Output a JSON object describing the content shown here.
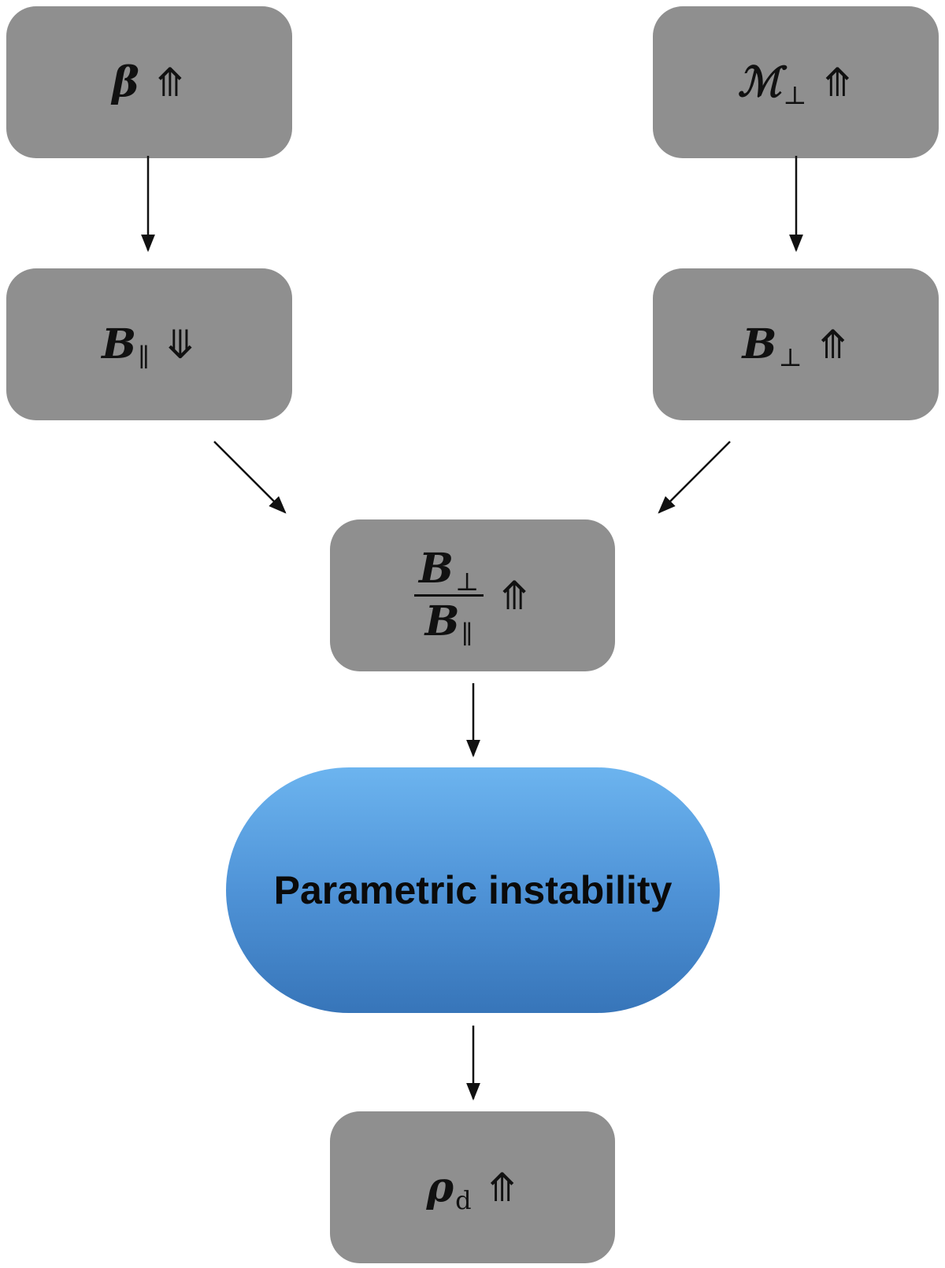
{
  "diagram": {
    "nodes": {
      "beta": {
        "symbol": "β",
        "subscript": "",
        "trend": "⤊"
      },
      "mach_perp": {
        "symbol": "ℳ",
        "subscript": "⊥",
        "trend": "⤊"
      },
      "b_parallel": {
        "symbol": "B",
        "subscript": "∥",
        "trend": "⤋"
      },
      "b_perp": {
        "symbol": "B",
        "subscript": "⊥",
        "trend": "⤊"
      },
      "ratio": {
        "numerator": {
          "symbol": "B",
          "subscript": "⊥"
        },
        "denominator": {
          "symbol": "B",
          "subscript": "∥"
        },
        "trend": "⤊"
      },
      "instability": {
        "label": "Parametric instability"
      },
      "rho_d": {
        "symbol": "ρ",
        "subscript": "d",
        "trend": "⤊"
      }
    },
    "edges": [
      {
        "from": "beta",
        "to": "b_parallel"
      },
      {
        "from": "mach_perp",
        "to": "b_perp"
      },
      {
        "from": "b_parallel",
        "to": "ratio"
      },
      {
        "from": "b_perp",
        "to": "ratio"
      },
      {
        "from": "ratio",
        "to": "instability"
      },
      {
        "from": "instability",
        "to": "rho_d"
      }
    ],
    "colors": {
      "box": "#8f8f8f",
      "pill_top": "#6cb4ef",
      "pill_bottom": "#3775b9",
      "arrow": "#111111"
    }
  }
}
